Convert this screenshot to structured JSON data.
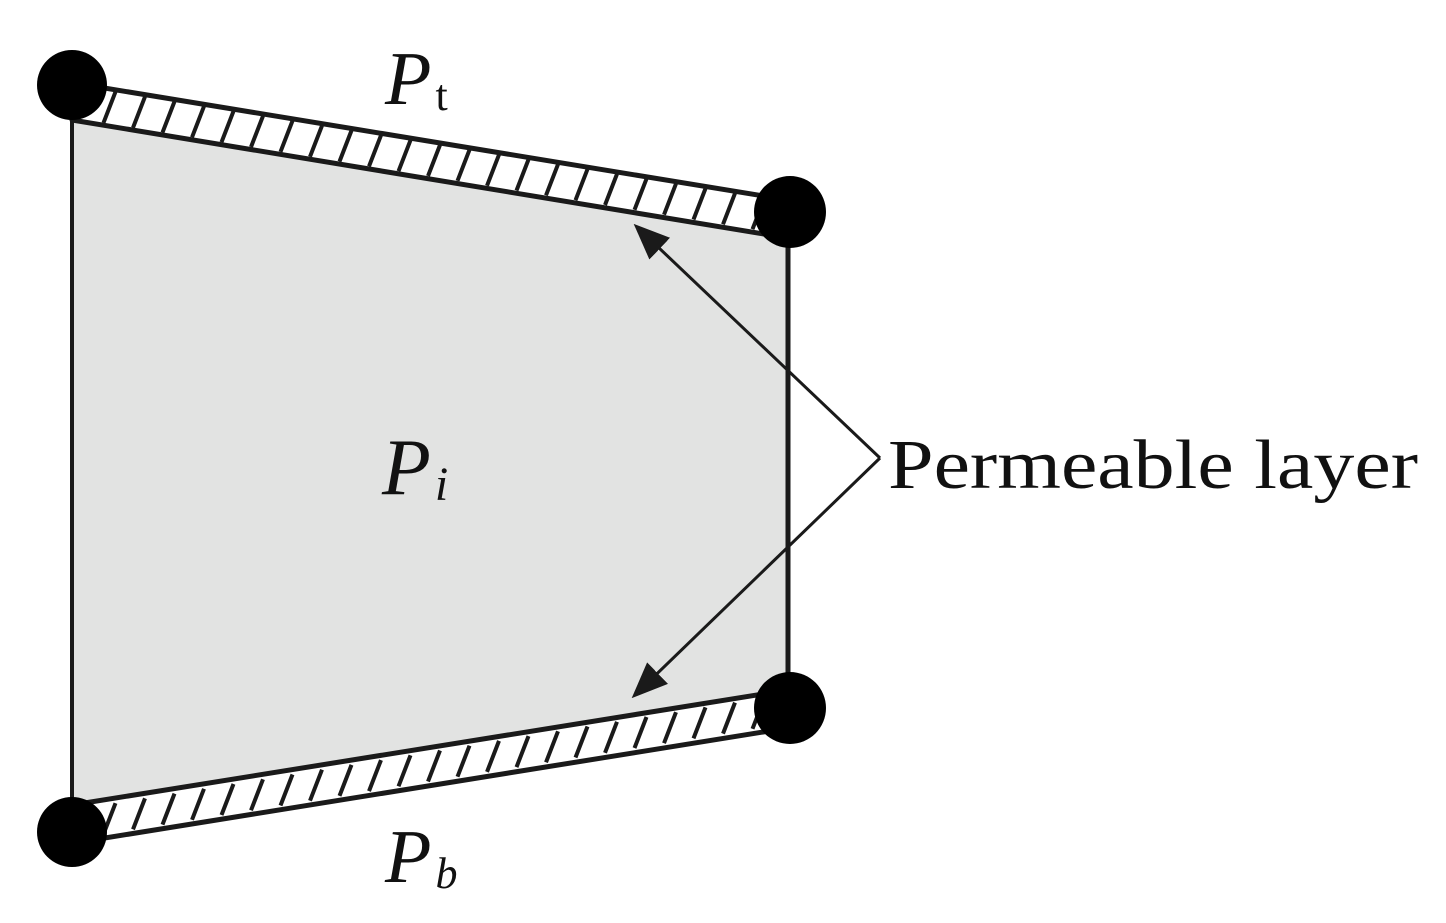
{
  "labels": {
    "top_pressure": {
      "main": "P",
      "sub": "t"
    },
    "inner_pressure": {
      "main": "P",
      "sub": "i"
    },
    "bottom_pressure": {
      "main": "P",
      "sub": "b"
    },
    "callout": "Permeable layer"
  },
  "colors": {
    "element_fill": "#e2e3e2",
    "stroke": "#1a1a1a",
    "node": "#000000",
    "hatch_fill": "#ffffff"
  }
}
